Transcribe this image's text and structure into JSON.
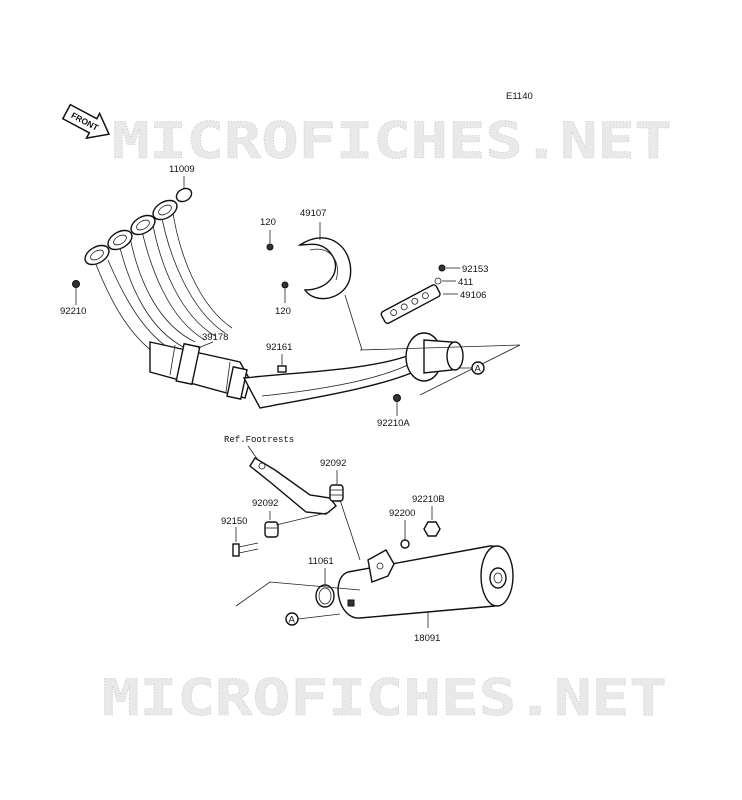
{
  "diagram_code": "E1140",
  "front_label": "FRONT",
  "watermark": "MICROFICHES.NET",
  "ref_label": "Ref.Footrests",
  "ref_marker": "A",
  "parts": {
    "p11009": "11009",
    "p92210": "92210",
    "p39178": "39178",
    "p120a": "120",
    "p120b": "120",
    "p49107": "49107",
    "p92153": "92153",
    "p411": "411",
    "p49106": "49106",
    "p92161": "92161",
    "p92210A": "92210A",
    "p92092a": "92092",
    "p92092b": "92092",
    "p92150": "92150",
    "p92200": "92200",
    "p92210B": "92210B",
    "p11061": "11061",
    "p18091": "18091"
  }
}
